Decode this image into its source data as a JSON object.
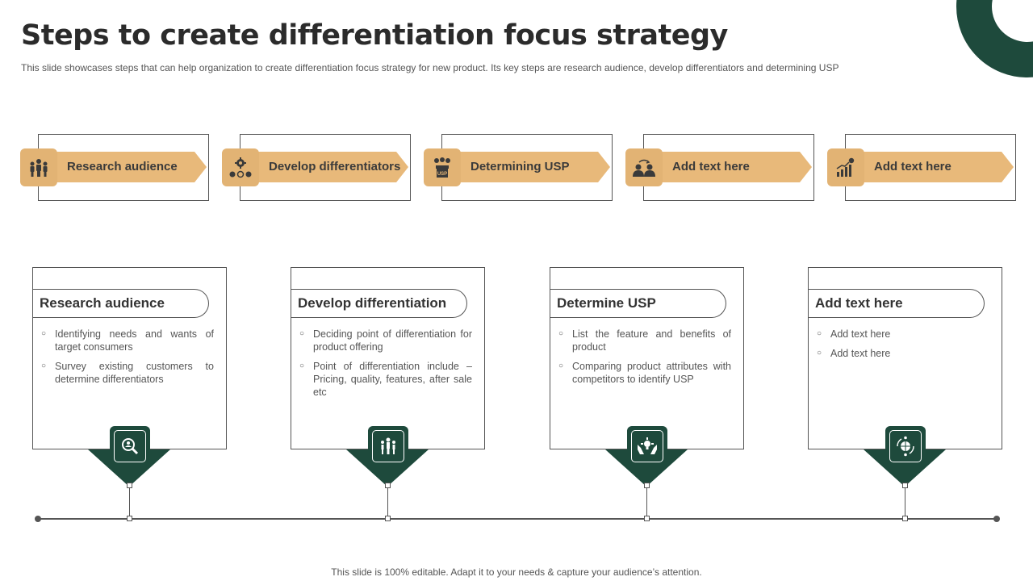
{
  "header": {
    "title": "Steps to create differentiation focus strategy",
    "subtitle": "This slide showcases steps that can help organization to create differentiation focus strategy for new product. Its key steps are research audience, develop differentiators and determining USP"
  },
  "colors": {
    "accent_tan": "#e8b97a",
    "dark_green": "#1e4a3c",
    "line": "#555555"
  },
  "steps": [
    {
      "label": "Research audience",
      "icon": "people-group-icon"
    },
    {
      "label": "Develop differentiators",
      "icon": "gear-network-icon"
    },
    {
      "label": "Determining USP",
      "icon": "usp-box-icon"
    },
    {
      "label": "Add text here",
      "icon": "user-exchange-icon"
    },
    {
      "label": "Add text here",
      "icon": "bar-growth-icon"
    }
  ],
  "cards": [
    {
      "title": "Research audience",
      "bullets": [
        "Identifying needs and wants of target consumers",
        "Survey existing customers to determine differentiators"
      ],
      "icon": "user-search-icon"
    },
    {
      "title": "Develop differentiation",
      "bullets": [
        "Deciding point of differentiation for product offering",
        "Point of differentiation include – Pricing, quality, features, after sale etc"
      ],
      "icon": "team-icon"
    },
    {
      "title": "Determine USP",
      "bullets": [
        "List the feature and benefits of product",
        "Comparing product attributes with competitors to identify USP"
      ],
      "icon": "hands-idea-icon"
    },
    {
      "title": "Add text here",
      "bullets": [
        "Add text here",
        "Add text here"
      ],
      "icon": "globe-cycle-icon"
    }
  ],
  "footer": "This slide is 100% editable. Adapt it to your needs & capture your audience’s attention."
}
